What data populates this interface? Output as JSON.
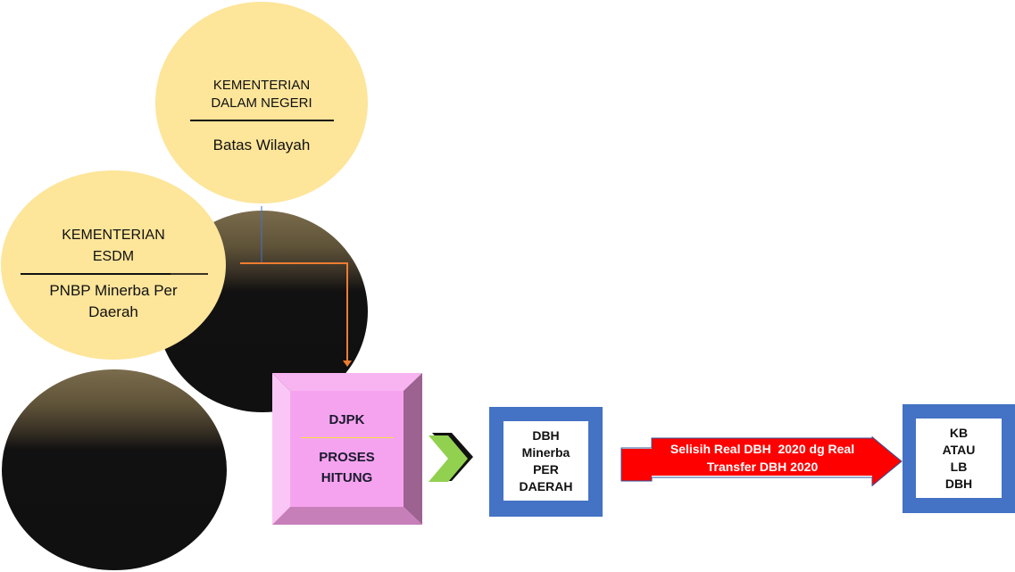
{
  "nodes": {
    "kemendagri": {
      "title_line1": "KEMENTERIAN",
      "title_line2": "DALAM NEGERI",
      "body": "Batas Wilayah"
    },
    "esdm": {
      "title_line1": "KEMENTERIAN",
      "title_line2": "ESDM",
      "body_line1": "PNBP Minerba Per",
      "body_line2": "Daerah"
    },
    "djpk": {
      "title": "DJPK",
      "body_line1": "PROSES",
      "body_line2": "HITUNG"
    },
    "dbh_minerba": {
      "lines": [
        "DBH",
        "Minerba",
        "PER",
        "DAERAH"
      ]
    },
    "selisih_arrow": {
      "line1": "Selisih Real DBH  2020 dg Real",
      "line2": "Transfer DBH 2020"
    },
    "result": {
      "lines": [
        "KB",
        "ATAU",
        "LB",
        "DBH"
      ]
    }
  },
  "colors": {
    "circle_yellow": "#fde59a",
    "process_pink": "#f6a3ef",
    "box_blue": "#4472c4",
    "arrow_red": "#ff0000",
    "chevron_green": "#92d050",
    "connector_orange": "#ed7d31",
    "connector_blue": "#4472c4"
  }
}
